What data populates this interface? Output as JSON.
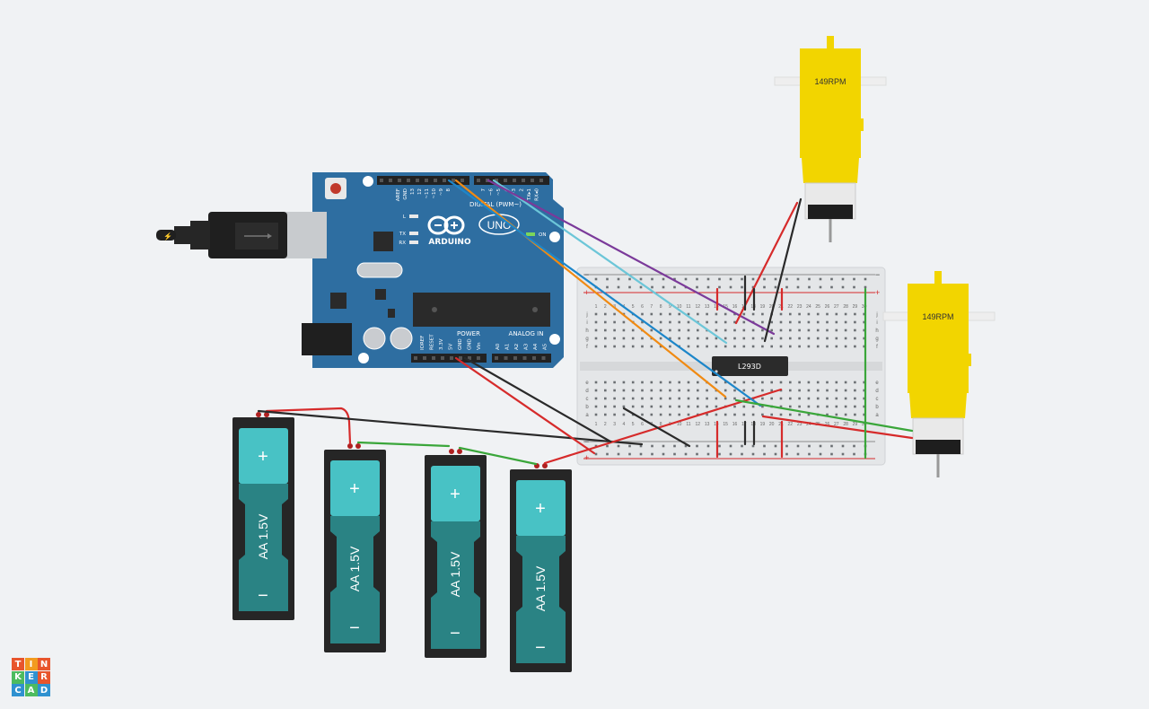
{
  "app": {
    "logo_letters": [
      "T",
      "I",
      "N",
      "K",
      "E",
      "R",
      "C",
      "A",
      "D"
    ],
    "logo_colors": [
      "#e8552c",
      "#f29b1f",
      "#e8552c",
      "#4dbb5f",
      "#2f91d0",
      "#e8552c",
      "#2f91d0",
      "#4dbb5f",
      "#2f91d0"
    ]
  },
  "arduino": {
    "brand": "ARDUINO",
    "model": "UNO",
    "digital_label": "DIGITAL (PWM~)",
    "power_label": "POWER",
    "analog_label": "ANALOG IN",
    "on_label": "ON",
    "l_label": "L",
    "tx_label": "TX",
    "rx_label": "RX",
    "top_pins": [
      "AREF",
      "GND",
      "13",
      "12",
      "~11",
      "~10",
      "~9",
      "8",
      "7",
      "~6",
      "~5",
      "4",
      "~3",
      "2",
      "TX▸1",
      "RX◂0"
    ],
    "bottom_pins": [
      "IOREF",
      "RESET",
      "3.3V",
      "5V",
      "GND",
      "GND",
      "Vin",
      "A0",
      "A1",
      "A2",
      "A3",
      "A4",
      "A5"
    ],
    "color": "#2e6ea1"
  },
  "breadboard": {
    "row_letters_top": [
      "j",
      "i",
      "h",
      "g",
      "f"
    ],
    "row_letters_bottom": [
      "e",
      "d",
      "c",
      "b",
      "a"
    ],
    "col_numbers": [
      "1",
      "2",
      "3",
      "4",
      "5",
      "6",
      "7",
      "8",
      "9",
      "10",
      "11",
      "12",
      "13",
      "14",
      "15",
      "16",
      "17",
      "18",
      "19",
      "20",
      "21",
      "22",
      "23",
      "24",
      "25",
      "26",
      "27",
      "28",
      "29",
      "30"
    ],
    "plus": "+",
    "minus": "−"
  },
  "ic": {
    "label": "L293D"
  },
  "motors": [
    {
      "label": "149RPM"
    },
    {
      "label": "149RPM"
    }
  ],
  "batteries": [
    {
      "label": "AA 1.5V",
      "plus": "+",
      "minus": "−"
    },
    {
      "label": "AA 1.5V",
      "plus": "+",
      "minus": "−"
    },
    {
      "label": "AA 1.5V",
      "plus": "+",
      "minus": "−"
    },
    {
      "label": "AA 1.5V",
      "plus": "+",
      "minus": "−"
    }
  ],
  "wire_colors": {
    "red": "#d62b2b",
    "black": "#2a2a2a",
    "green": "#3aa63a",
    "orange": "#f08a12",
    "blue": "#1d86c9",
    "lightblue": "#6cc6d8",
    "purple": "#7b3a9a"
  }
}
